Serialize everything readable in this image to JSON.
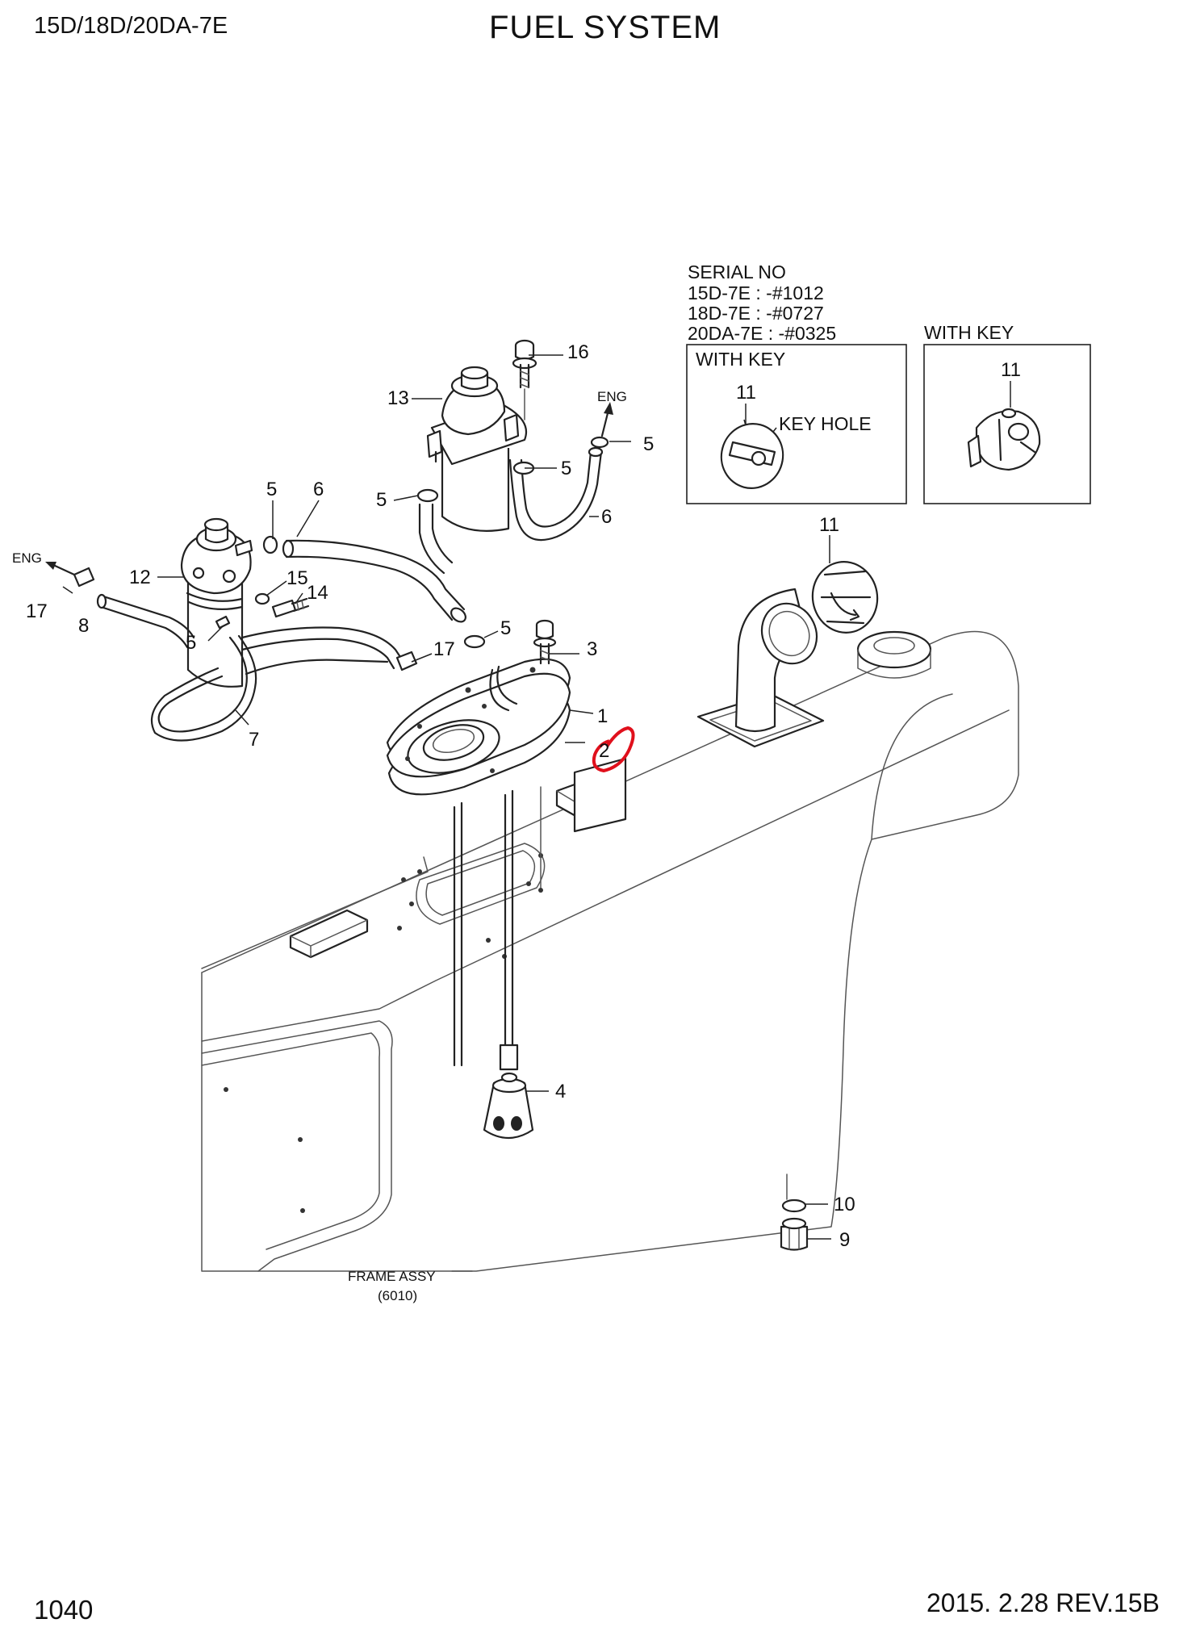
{
  "header": {
    "model": "15D/18D/20DA-7E",
    "title": "FUEL SYSTEM"
  },
  "footer": {
    "page_number": "1040",
    "revision": "2015. 2.28  REV.15B"
  },
  "serial_box": {
    "heading": "SERIAL NO",
    "lines": [
      "15D-7E : -#1012",
      "18D-7E : -#0727",
      "20DA-7E : -#0325"
    ],
    "left_title": "WITH KEY",
    "left_part": "11",
    "left_note": "KEY HOLE",
    "right_title": "WITH KEY",
    "right_part": "11"
  },
  "engine_label": "ENG",
  "frame_label": {
    "name": "FRAME ASSY",
    "code": "(6010)"
  },
  "part_numbers": {
    "p1": "1",
    "p2": "2",
    "p3": "3",
    "p4": "4",
    "p5a": "5",
    "p5b": "5",
    "p5c": "5",
    "p5d": "5",
    "p5e": "5",
    "p5f": "5",
    "p6a": "6",
    "p6b": "6",
    "p7": "7",
    "p8": "8",
    "p9": "9",
    "p10": "10",
    "p11": "11",
    "p12": "12",
    "p13": "13",
    "p14": "14",
    "p15": "15",
    "p16": "16",
    "p17a": "17",
    "p17b": "17"
  },
  "highlight_color": "#e0101c"
}
